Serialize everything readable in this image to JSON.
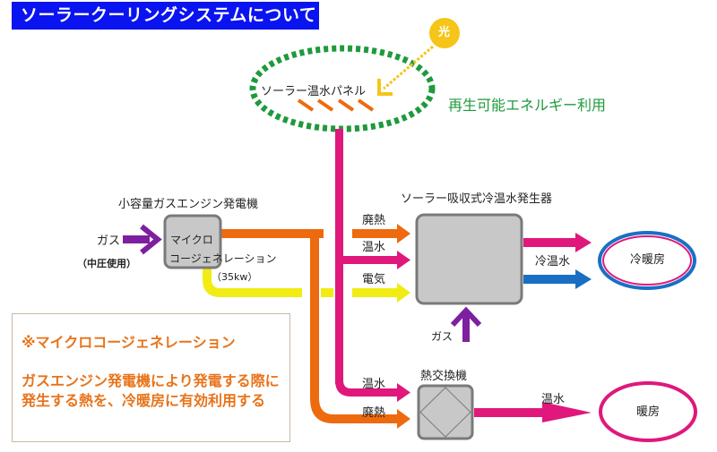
{
  "title": "ソーラークーリングシステムについて",
  "colors": {
    "title_bg": "#0a14f0",
    "green": "#1e9a3c",
    "orange": "#ee6a0e",
    "magenta": "#e0187c",
    "yellow": "#f0ec14",
    "purple": "#7e1fa0",
    "blue": "#1a6fc4",
    "sun": "#f5c518",
    "box_fill": "#c8c8c8",
    "box_stroke": "#7a7a7a",
    "note_text": "#e8731a"
  },
  "solar": {
    "sun_label": "光",
    "panel_label": "ソーラー温水パネル",
    "renewable_label": "再生可能エネルギー利用"
  },
  "cogen": {
    "heading": "小容量ガスエンジン発電機",
    "box_line1": "マイクロ",
    "box_line2": "コージェネレーション",
    "capacity": "（35kw）",
    "gas_label": "ガス",
    "gas_note": "（中圧使用）"
  },
  "chiller": {
    "heading": "ソーラー吸収式冷温水発生器",
    "in_waste_heat": "廃熱",
    "in_hot_water": "温水",
    "in_electricity": "電気",
    "out_label": "冷温水",
    "gas_label": "ガス"
  },
  "hvac": {
    "label": "冷暖房"
  },
  "heat_exchanger": {
    "heading": "熱交換機",
    "in_hot_water": "温水",
    "in_waste_heat": "廃熱",
    "out_label": "温水"
  },
  "heating": {
    "label": "暖房"
  },
  "note": {
    "title": "※マイクロコージェネレーション",
    "body": "ガスエンジン発電機により発電する際に発生する熱を、冷暖房に有効利用する"
  }
}
